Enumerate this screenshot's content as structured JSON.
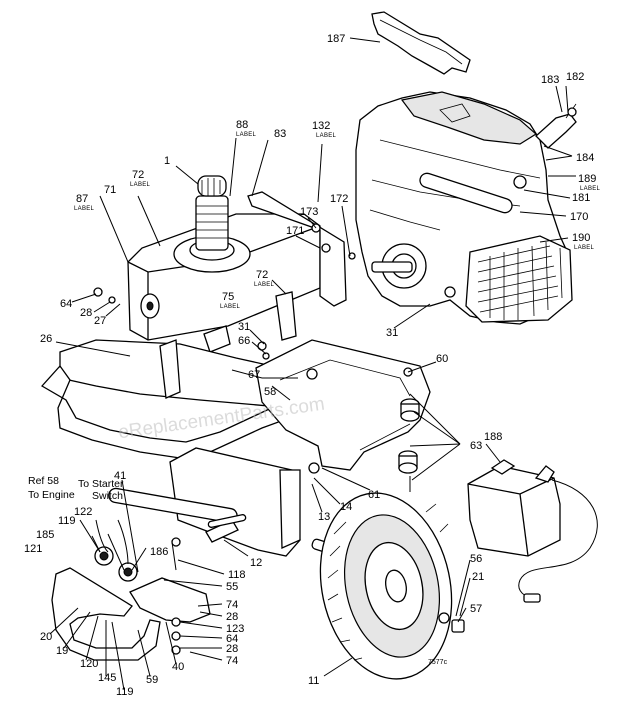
{
  "diagram": {
    "labels": [
      {
        "key": "l187",
        "text": "187"
      },
      {
        "key": "l182",
        "text": "182"
      },
      {
        "key": "l183",
        "text": "183"
      },
      {
        "key": "l184",
        "text": "184"
      },
      {
        "key": "l189",
        "text": "189"
      },
      {
        "key": "l181",
        "text": "181"
      },
      {
        "key": "l170",
        "text": "170"
      },
      {
        "key": "l190",
        "text": "190"
      },
      {
        "key": "l88",
        "text": "88"
      },
      {
        "key": "l83",
        "text": "83"
      },
      {
        "key": "l132",
        "text": "132"
      },
      {
        "key": "l1",
        "text": "1"
      },
      {
        "key": "l72a",
        "text": "72"
      },
      {
        "key": "l71",
        "text": "71"
      },
      {
        "key": "l87",
        "text": "87"
      },
      {
        "key": "l173",
        "text": "173"
      },
      {
        "key": "l172",
        "text": "172"
      },
      {
        "key": "l171",
        "text": "171"
      },
      {
        "key": "l72b",
        "text": "72"
      },
      {
        "key": "l75",
        "text": "75"
      },
      {
        "key": "l64a",
        "text": "64"
      },
      {
        "key": "l28a",
        "text": "28"
      },
      {
        "key": "l27",
        "text": "27"
      },
      {
        "key": "l31a",
        "text": "31"
      },
      {
        "key": "l66",
        "text": "66"
      },
      {
        "key": "l31b",
        "text": "31"
      },
      {
        "key": "l26",
        "text": "26"
      },
      {
        "key": "l60",
        "text": "60"
      },
      {
        "key": "l67",
        "text": "67"
      },
      {
        "key": "l58",
        "text": "58"
      },
      {
        "key": "l63",
        "text": "63"
      },
      {
        "key": "l188",
        "text": "188"
      },
      {
        "key": "l41",
        "text": "41"
      },
      {
        "key": "l61",
        "text": "61"
      },
      {
        "key": "l14",
        "text": "14"
      },
      {
        "key": "l13",
        "text": "13"
      },
      {
        "key": "l122",
        "text": "122"
      },
      {
        "key": "l119a",
        "text": "119"
      },
      {
        "key": "l185",
        "text": "185"
      },
      {
        "key": "l121",
        "text": "121"
      },
      {
        "key": "l186",
        "text": "186"
      },
      {
        "key": "l12",
        "text": "12"
      },
      {
        "key": "l118",
        "text": "118"
      },
      {
        "key": "l55",
        "text": "55"
      },
      {
        "key": "l74a",
        "text": "74"
      },
      {
        "key": "l28b",
        "text": "28"
      },
      {
        "key": "l123",
        "text": "123"
      },
      {
        "key": "l64b",
        "text": "64"
      },
      {
        "key": "l28c",
        "text": "28"
      },
      {
        "key": "l74b",
        "text": "74"
      },
      {
        "key": "l20",
        "text": "20"
      },
      {
        "key": "l19",
        "text": "19"
      },
      {
        "key": "l120",
        "text": "120"
      },
      {
        "key": "l145",
        "text": "145"
      },
      {
        "key": "l119b",
        "text": "119"
      },
      {
        "key": "l59",
        "text": "59"
      },
      {
        "key": "l40",
        "text": "40"
      },
      {
        "key": "l56",
        "text": "56"
      },
      {
        "key": "l21",
        "text": "21"
      },
      {
        "key": "l57",
        "text": "57"
      },
      {
        "key": "l11",
        "text": "11"
      }
    ],
    "sublabels": [
      {
        "key": "s189",
        "text": "LABEL"
      },
      {
        "key": "s190",
        "text": "LABEL"
      },
      {
        "key": "s88",
        "text": "LABEL"
      },
      {
        "key": "s132",
        "text": "LABEL"
      },
      {
        "key": "s72a",
        "text": "LABEL"
      },
      {
        "key": "s87",
        "text": "LABEL"
      },
      {
        "key": "s72b",
        "text": "LABEL"
      },
      {
        "key": "s75",
        "text": "LABEL"
      }
    ],
    "notes": [
      {
        "key": "ref58",
        "text": "Ref 58"
      },
      {
        "key": "toStarter",
        "text": "To Starter"
      },
      {
        "key": "switch",
        "text": "Switch"
      },
      {
        "key": "toEngine",
        "text": "To Engine"
      }
    ],
    "drawing_code": "7577c",
    "watermark": "eReplacementParts.com"
  }
}
